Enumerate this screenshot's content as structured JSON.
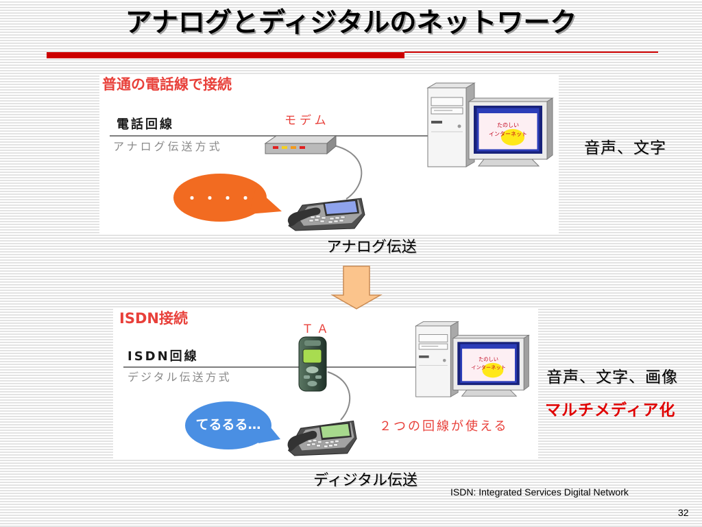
{
  "slide": {
    "title": "アナログとディジタルのネットワーク",
    "footnote": "ISDN: Integrated Services Digital Network",
    "page_number": "32"
  },
  "analog": {
    "heading": "普通の電話線で接続",
    "line_label": "電話回線",
    "method": "アナログ伝送方式",
    "device_label": "モデム",
    "bubble_text": "・・・・",
    "screen_text": [
      "たのしい",
      "インターネット"
    ],
    "capability": "音声、文字",
    "caption": "アナログ伝送"
  },
  "digital": {
    "heading": "ISDN接続",
    "line_label": "ISDN回線",
    "method": "デジタル伝送方式",
    "device_label": "ＴＡ",
    "bubble_text": "てるるる…",
    "note": "２つの回線が使える",
    "screen_text": [
      "たのしい",
      "インターネット"
    ],
    "capability": "音声、文字、画像",
    "highlight": "マルチメディア化",
    "caption": "ディジタル伝送"
  },
  "icons": [
    "modem-icon",
    "telephone-icon",
    "computer-icon",
    "terminal-adapter-icon",
    "down-arrow-icon"
  ],
  "colors": {
    "accent_red": "#cc0000",
    "label_red": "#e8403a",
    "highlight_red": "#e00000",
    "analog_bubble": "#f26b21",
    "digital_bubble": "#4a8fe3",
    "arrow_fill": "#fbc48c"
  }
}
